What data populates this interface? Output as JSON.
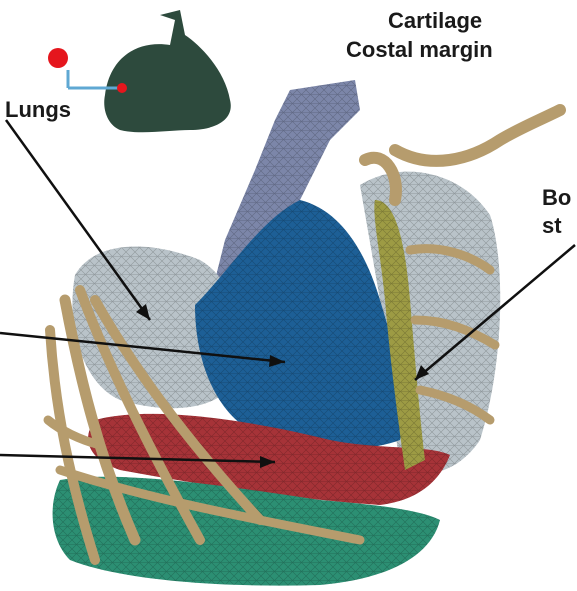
{
  "labels": {
    "lungs": "Lungs",
    "cartilage_line1": "Cartilage",
    "cartilage_line2": "Costal margin",
    "bone_line1": "Bo",
    "bone_line2": "st"
  },
  "colors": {
    "lung": "#b9c3c9",
    "heart": "#1d5f96",
    "trachea": "#7c86a9",
    "liver": "#a63338",
    "intestine": "#2c8f73",
    "bone": "#b69c6d",
    "sternum": "#9d9b44",
    "lung_icon": "#2d4a3d",
    "marker": "#e5161d",
    "leader": "#101010"
  }
}
